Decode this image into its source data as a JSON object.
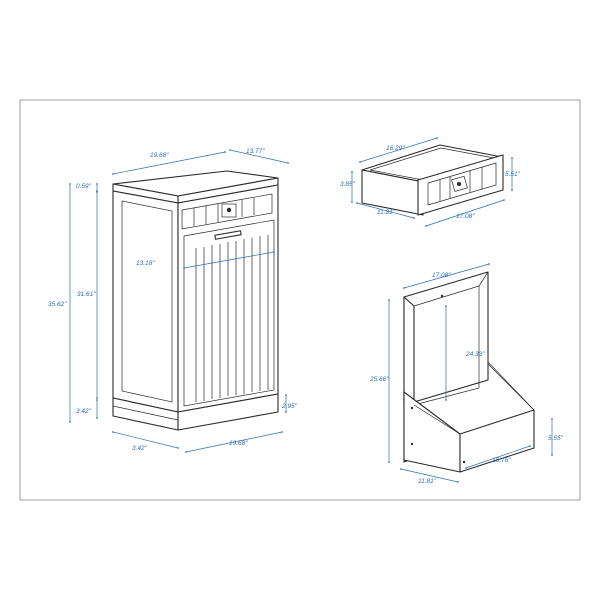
{
  "colors": {
    "dimension": "#2e6fb6",
    "outline": "#2a2a2a",
    "background": "#ffffff"
  },
  "cabinet": {
    "dims": {
      "top_depth": "19.68\"",
      "top_width": "13.77\"",
      "top_thickness": "0.59\"",
      "total_height": "35.62\"",
      "body_height": "31.61\"",
      "plinth_height": "3.42\"",
      "door_width": "13.18\"",
      "base_offset": "2.95\"",
      "base_left": "3.42\"",
      "base_right": "19.68\""
    }
  },
  "drawer": {
    "dims": {
      "length": "16.29\"",
      "height_left": "3.85\"",
      "height_right": "5.51\"",
      "depth": "11.81\"",
      "front_width": "17.08\""
    }
  },
  "hamper": {
    "dims": {
      "top_width": "17.08\"",
      "inner_height": "24.33\"",
      "total_height": "25.66\"",
      "bin_height": "5.55\"",
      "bin_width": "15.76\"",
      "bin_depth": "11.81\""
    }
  }
}
